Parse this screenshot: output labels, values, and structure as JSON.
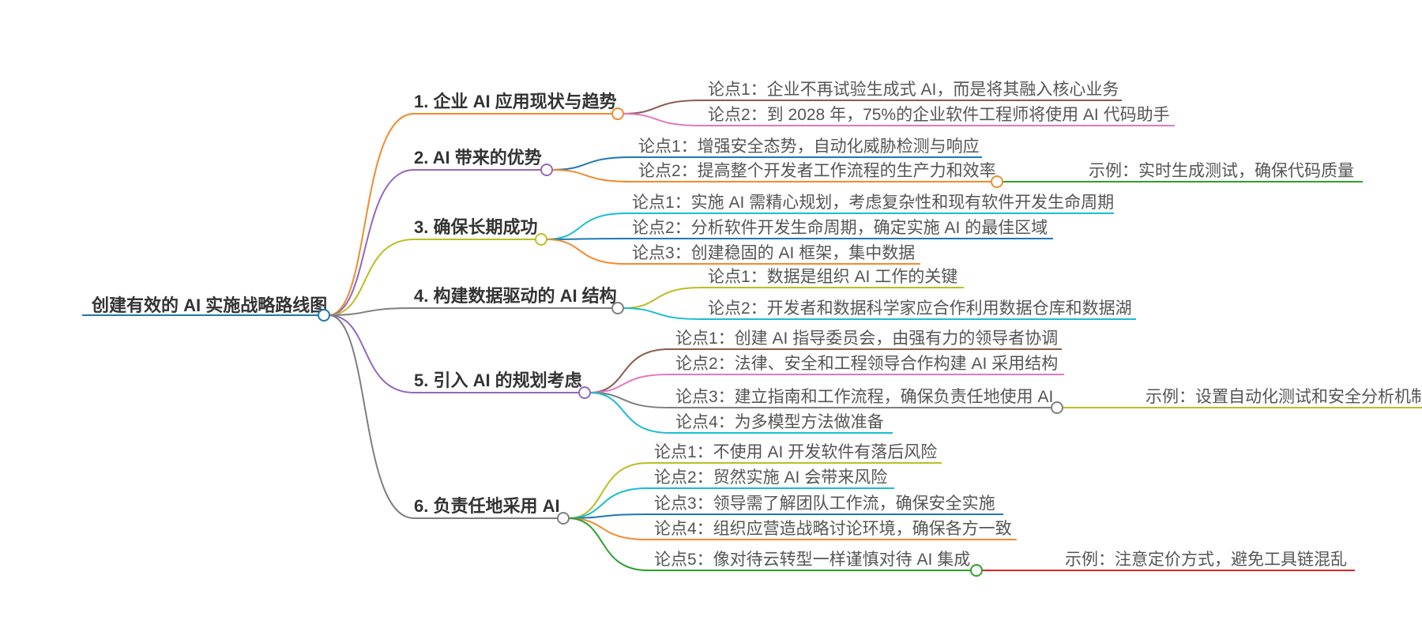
{
  "root": {
    "label": "创建有效的 AI 实施战略路线图"
  },
  "branches": [
    {
      "label": "1. 企业 AI 应用现状与趋势",
      "color": "#f28b2e",
      "children": [
        {
          "label": "论点1：企业不再试验生成式 AI，而是将其融入核心业务",
          "color": "#8d5b4c"
        },
        {
          "label": "论点2：到 2028 年，75%的企业软件工程师将使用 AI 代码助手",
          "color": "#e377c2"
        }
      ]
    },
    {
      "label": "2. AI 带来的优势",
      "color": "#9467bd",
      "children": [
        {
          "label": "论点1：增强安全态势，自动化威胁检测与响应",
          "color": "#1f77b4"
        },
        {
          "label": "论点2：提高整个开发者工作流程的生产力和效率",
          "color": "#f28b2e",
          "example": {
            "label": "示例：实时生成测试，确保代码质量",
            "color": "#2ca02c"
          }
        }
      ]
    },
    {
      "label": "3. 确保长期成功",
      "color": "#bcbd22",
      "children": [
        {
          "label": "论点1：实施 AI 需精心规划，考虑复杂性和现有软件开发生命周期",
          "color": "#17becf"
        },
        {
          "label": "论点2：分析软件开发生命周期，确定实施 AI 的最佳区域",
          "color": "#1f77b4"
        },
        {
          "label": "论点3：创建稳固的 AI 框架，集中数据",
          "color": "#f28b2e"
        }
      ]
    },
    {
      "label": "4. 构建数据驱动的 AI 结构",
      "color": "#7f7f7f",
      "children": [
        {
          "label": "论点1：数据是组织 AI 工作的关键",
          "color": "#bcbd22"
        },
        {
          "label": "论点2：开发者和数据科学家应合作利用数据仓库和数据湖",
          "color": "#17becf"
        }
      ]
    },
    {
      "label": "5. 引入 AI 的规划考虑",
      "color": "#9467bd",
      "children": [
        {
          "label": "论点1：创建 AI 指导委员会，由强有力的领导者协调",
          "color": "#8d5b4c"
        },
        {
          "label": "论点2：法律、安全和工程领导合作构建 AI 采用结构",
          "color": "#e377c2"
        },
        {
          "label": "论点3：建立指南和工作流程，确保负责任地使用 AI",
          "color": "#7f7f7f",
          "example": {
            "label": "示例：设置自动化测试和安全分析机制",
            "color": "#bcbd22"
          }
        },
        {
          "label": "论点4：为多模型方法做准备",
          "color": "#17becf"
        }
      ]
    },
    {
      "label": "6. 负责任地采用 AI",
      "color": "#7f7f7f",
      "children": [
        {
          "label": "论点1：不使用 AI 开发软件有落后风险",
          "color": "#bcbd22"
        },
        {
          "label": "论点2：贸然实施 AI 会带来风险",
          "color": "#17becf"
        },
        {
          "label": "论点3：领导需了解团队工作流，确保安全实施",
          "color": "#1f77b4"
        },
        {
          "label": "论点4：组织应营造战略讨论环境，确保各方一致",
          "color": "#f28b2e"
        },
        {
          "label": "论点5：像对待云转型一样谨慎对待 AI 集成",
          "color": "#2ca02c",
          "example": {
            "label": "示例：注意定价方式，避免工具链混乱",
            "color": "#d62728"
          }
        }
      ]
    }
  ],
  "root_color": "#1f77b4"
}
